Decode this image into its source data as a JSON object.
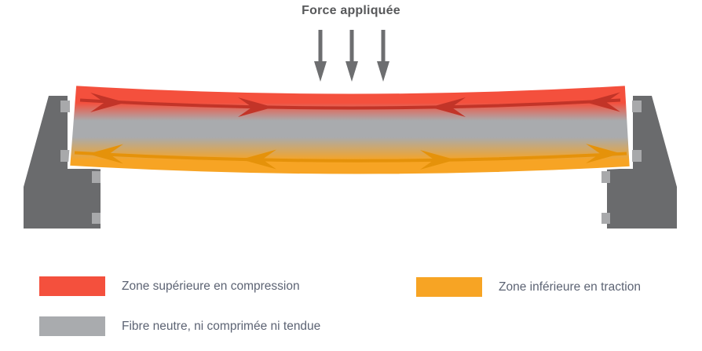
{
  "title": {
    "text": "Force appliquée"
  },
  "legend": {
    "items": [
      {
        "id": "compression",
        "label": "Zone supérieure en compression",
        "color": "#f4503d"
      },
      {
        "id": "traction",
        "label": "Zone inférieure en traction",
        "color": "#f7a424"
      },
      {
        "id": "neutral",
        "label": "Fibre neutre, ni comprimée ni tendue",
        "color": "#a9abae"
      }
    ]
  },
  "diagram": {
    "force_arrow_count": 3,
    "colors": {
      "compression_zone": "#f4503d",
      "compression_arrow": "#c23428",
      "tension_zone": "#f7a424",
      "tension_arrow": "#e5920a",
      "neutral_fiber": "#a9abae",
      "support": "#6a6b6d",
      "support_tab": "#a8a9ab",
      "force_arrow": "#6d6e70",
      "title_text": "#57585a",
      "legend_text": "#5d6474"
    }
  }
}
